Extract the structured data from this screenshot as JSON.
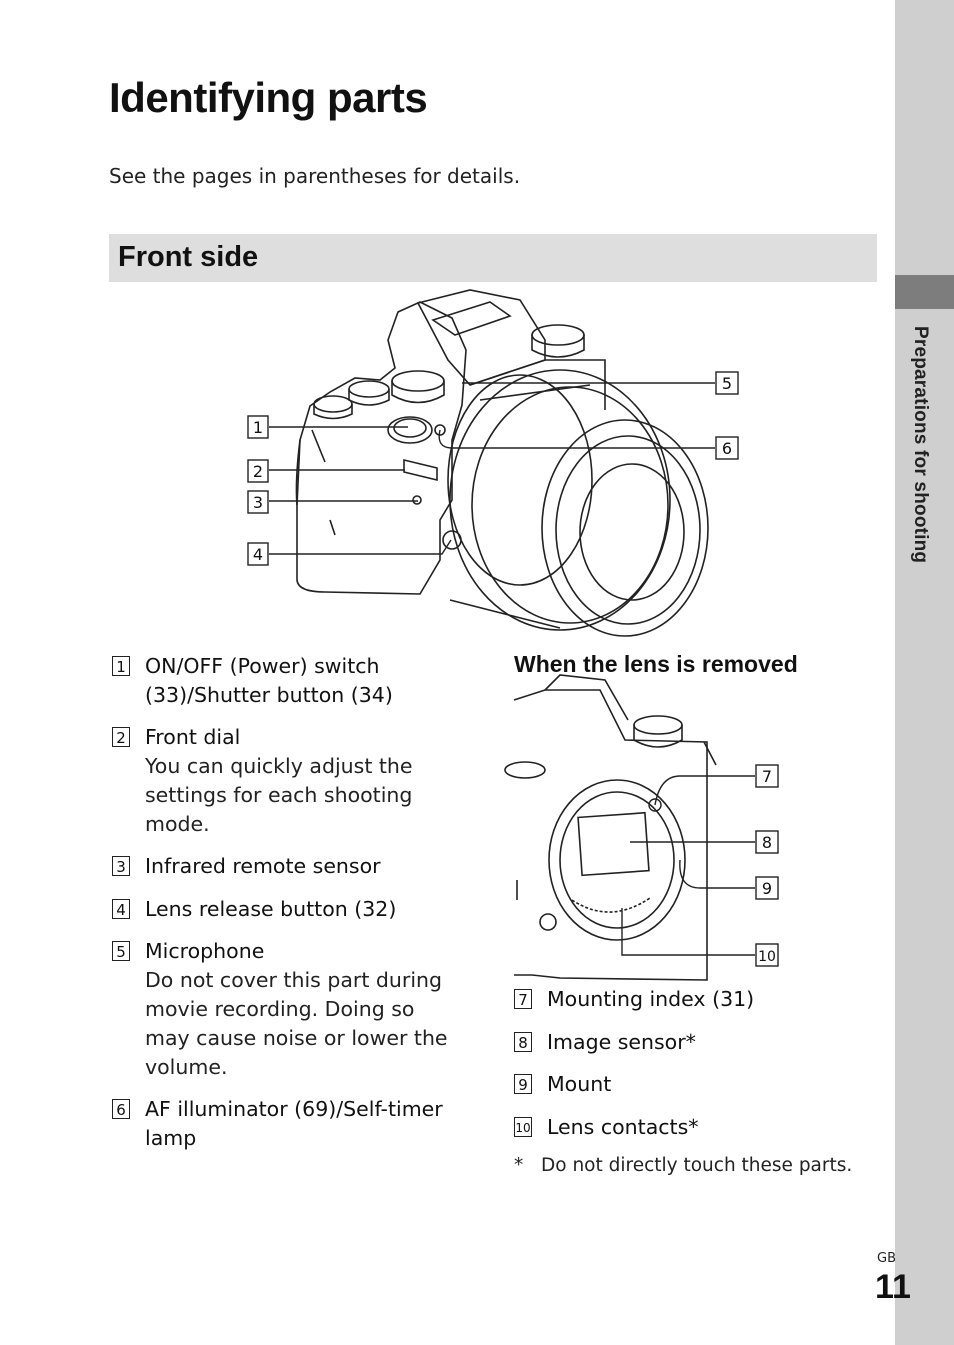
{
  "sidebar": {
    "label": "Preparations for shooting"
  },
  "page": {
    "title": "Identifying parts",
    "intro": "See the pages in parentheses for details.",
    "lang_code": "GB",
    "number": "11"
  },
  "section": {
    "title": "Front side"
  },
  "callouts": [
    "1",
    "2",
    "3",
    "4",
    "5",
    "6",
    "7",
    "8",
    "9",
    "10"
  ],
  "items_left": [
    {
      "num": "1",
      "text": "ON/OFF (Power) switch (33)/Shutter button (34)",
      "desc": ""
    },
    {
      "num": "2",
      "text": "Front dial",
      "desc": "You can quickly adjust the settings for each shooting mode."
    },
    {
      "num": "3",
      "text": "Infrared remote sensor",
      "desc": ""
    },
    {
      "num": "4",
      "text": "Lens release button (32)",
      "desc": ""
    },
    {
      "num": "5",
      "text": "Microphone",
      "desc": "Do not cover this part during movie recording. Doing so may cause noise or lower the volume."
    },
    {
      "num": "6",
      "text": "AF illuminator (69)/Self-timer lamp",
      "desc": ""
    }
  ],
  "lens_removed": {
    "heading": "When the lens is removed",
    "items": [
      {
        "num": "7",
        "text": "Mounting index (31)"
      },
      {
        "num": "8",
        "text": "Image sensor*"
      },
      {
        "num": "9",
        "text": "Mount"
      },
      {
        "num": "10",
        "text": "Lens contacts*"
      }
    ],
    "footnote_mark": "*",
    "footnote": "Do not directly touch these parts."
  }
}
